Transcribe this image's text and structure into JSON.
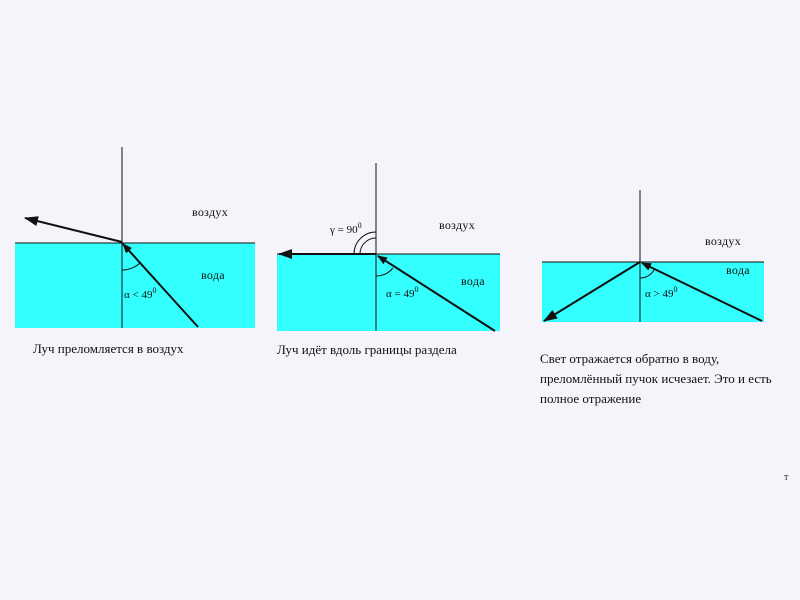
{
  "colors": {
    "water": "#33ffff",
    "background": "#f4f4fa",
    "line": "#111111"
  },
  "panels": [
    {
      "air_label": "воздух",
      "water_label": "вода",
      "angle_label": "α < 49",
      "angle_sup": "0",
      "caption": "Луч преломляется в воздух"
    },
    {
      "air_label": "воздух",
      "water_label": "вода",
      "angle_label": "α = 49",
      "angle_sup": "0",
      "gamma_label": "γ = 90",
      "gamma_sup": "0",
      "caption": "Луч идёт вдоль границы раздела"
    },
    {
      "air_label": "воздух",
      "water_label": "вода",
      "angle_label": "α > 49",
      "angle_sup": "0",
      "caption": "Свет отражается обратно в воду, преломлённый пучок исчезает. Это и есть полное отражение"
    }
  ],
  "corner_mark": "т"
}
